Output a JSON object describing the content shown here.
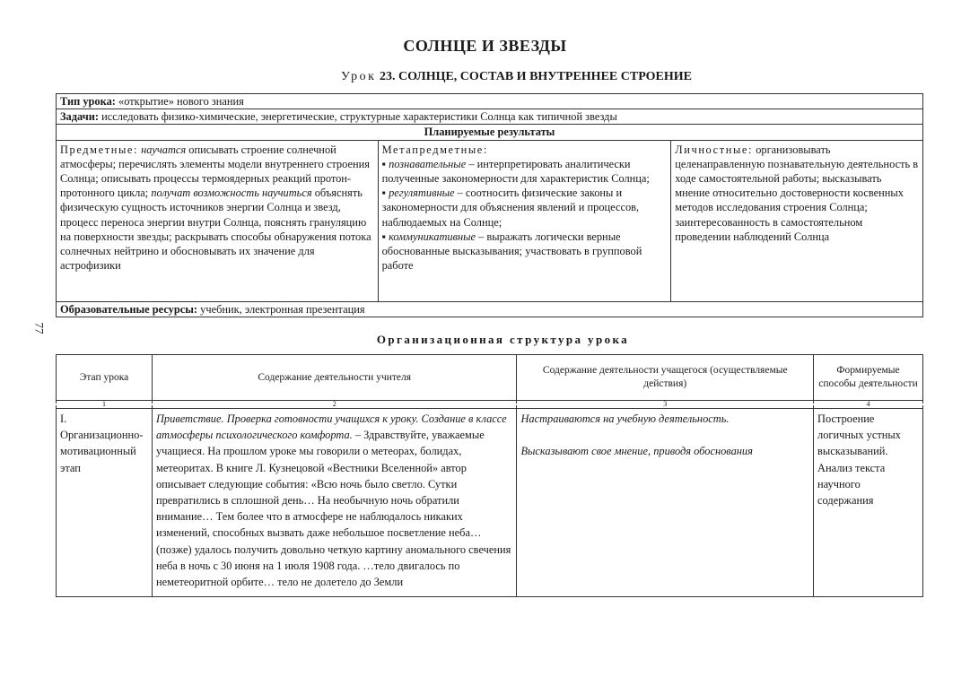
{
  "page_number": "77",
  "title": "СОЛНЦЕ И ЗВЕЗДЫ",
  "lesson": {
    "prefix": "Урок",
    "name": "23. СОЛНЦЕ, СОСТАВ И ВНУТРЕННЕЕ СТРОЕНИЕ"
  },
  "info": {
    "type_label": "Тип урока:",
    "type_value": "«открытие» нового знания",
    "tasks_label": "Задачи:",
    "tasks_value": "исследовать физико-химические, энергетические, структурные характеристики Солнца как типичной звезды",
    "planned_results": "Планируемые результаты",
    "subject_label": "Предметные:",
    "subject_1_it": "научатся",
    "subject_1": "описывать строение солнечной атмосферы; перечислять элементы модели внутреннего строения Солнца; описывать процессы термоядерных реакций протон-протонного цикла;",
    "subject_2_it": "получат возможность научиться",
    "subject_2": "объяснять физическую сущность источников энергии Солнца и звезд, процесс переноса энергии внутри Солнца, пояснять грануляцию на поверхности звезды; раскрывать способы обнаружения потока солнечных нейтрино и обосновывать их значение для астрофизики",
    "meta_label": "Метапредметные:",
    "meta_1_it": "познавательные",
    "meta_1": "– интерпретировать аналитически полученные закономерности для характеристик Солнца;",
    "meta_2_it": "регулятивные",
    "meta_2": "– соотносить физические законы и закономерности для объяснения явлений и процессов, наблюдаемых на Солнце;",
    "meta_3_it": "коммуникативные",
    "meta_3": "– выражать логически верные обоснованные высказывания; участвовать в групповой работе",
    "personal_label": "Личностные:",
    "personal": "организовывать целенаправленную познавательную деятельность в ходе самостоятельной работы; высказывать мнение относительно достоверности косвенных методов исследования строения Солнца; заинтересованность в самостоятельном проведении наблюдений Солнца",
    "resources_label": "Образовательные ресурсы:",
    "resources_value": "учебник, электронная презентация"
  },
  "structure_title": "Организационная структура урока",
  "structure": {
    "headers": [
      "Этап урока",
      "Содержание деятельности учителя",
      "Содержание деятельности учащегося (осуществляемые действия)",
      "Формируемые способы деятельности"
    ],
    "numbers": [
      "1",
      "2",
      "3",
      "4"
    ],
    "row": {
      "stage": "I. Организационно-мотивационный этап",
      "teacher_it": "Приветствие. Проверка готовности учащихся к уроку. Создание в классе атмосферы психологического комфорта.",
      "teacher": "– Здравствуйте, уважаемые учащиеся. На прошлом уроке мы говорили о метеорах, болидах, метеоритах. В книге Л. Кузнецовой «Вестники Вселенной» автор описывает следующие события: «Всю ночь было светло. Сутки превратились в сплошной день… На необычную ночь обратили внимание… Тем более что в атмосфере не наблюдалось никаких изменений, способных вызвать даже небольшое посветление неба… (позже) удалось получить довольно четкую картину аномального свечения неба в ночь с 30 июня на 1 июля 1908 года. …тело двигалось по неметеоритной орбите… тело не долетело до Земли",
      "student_1": "Настраиваются на учебную деятельность.",
      "student_2": "Высказывают свое мнение, приводя обоснования",
      "skills": "Построение логичных устных высказываний. Анализ текста научного содержания"
    }
  }
}
